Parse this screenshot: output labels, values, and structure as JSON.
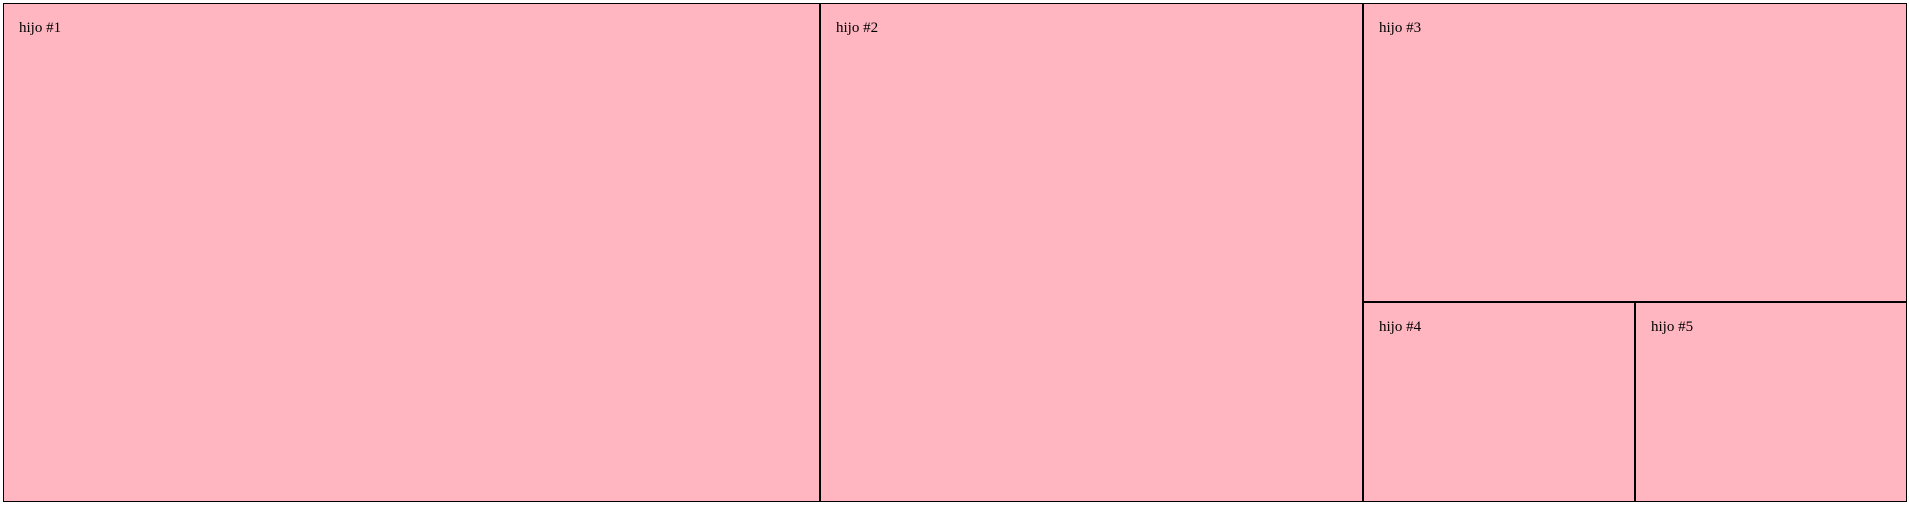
{
  "colors": {
    "box_background": "#ffb6c1",
    "border": "#000000"
  },
  "boxes": [
    {
      "label": "hijo #1"
    },
    {
      "label": "hijo #2"
    },
    {
      "label": "hijo #3"
    },
    {
      "label": "hijo #4"
    },
    {
      "label": "hijo #5"
    }
  ]
}
